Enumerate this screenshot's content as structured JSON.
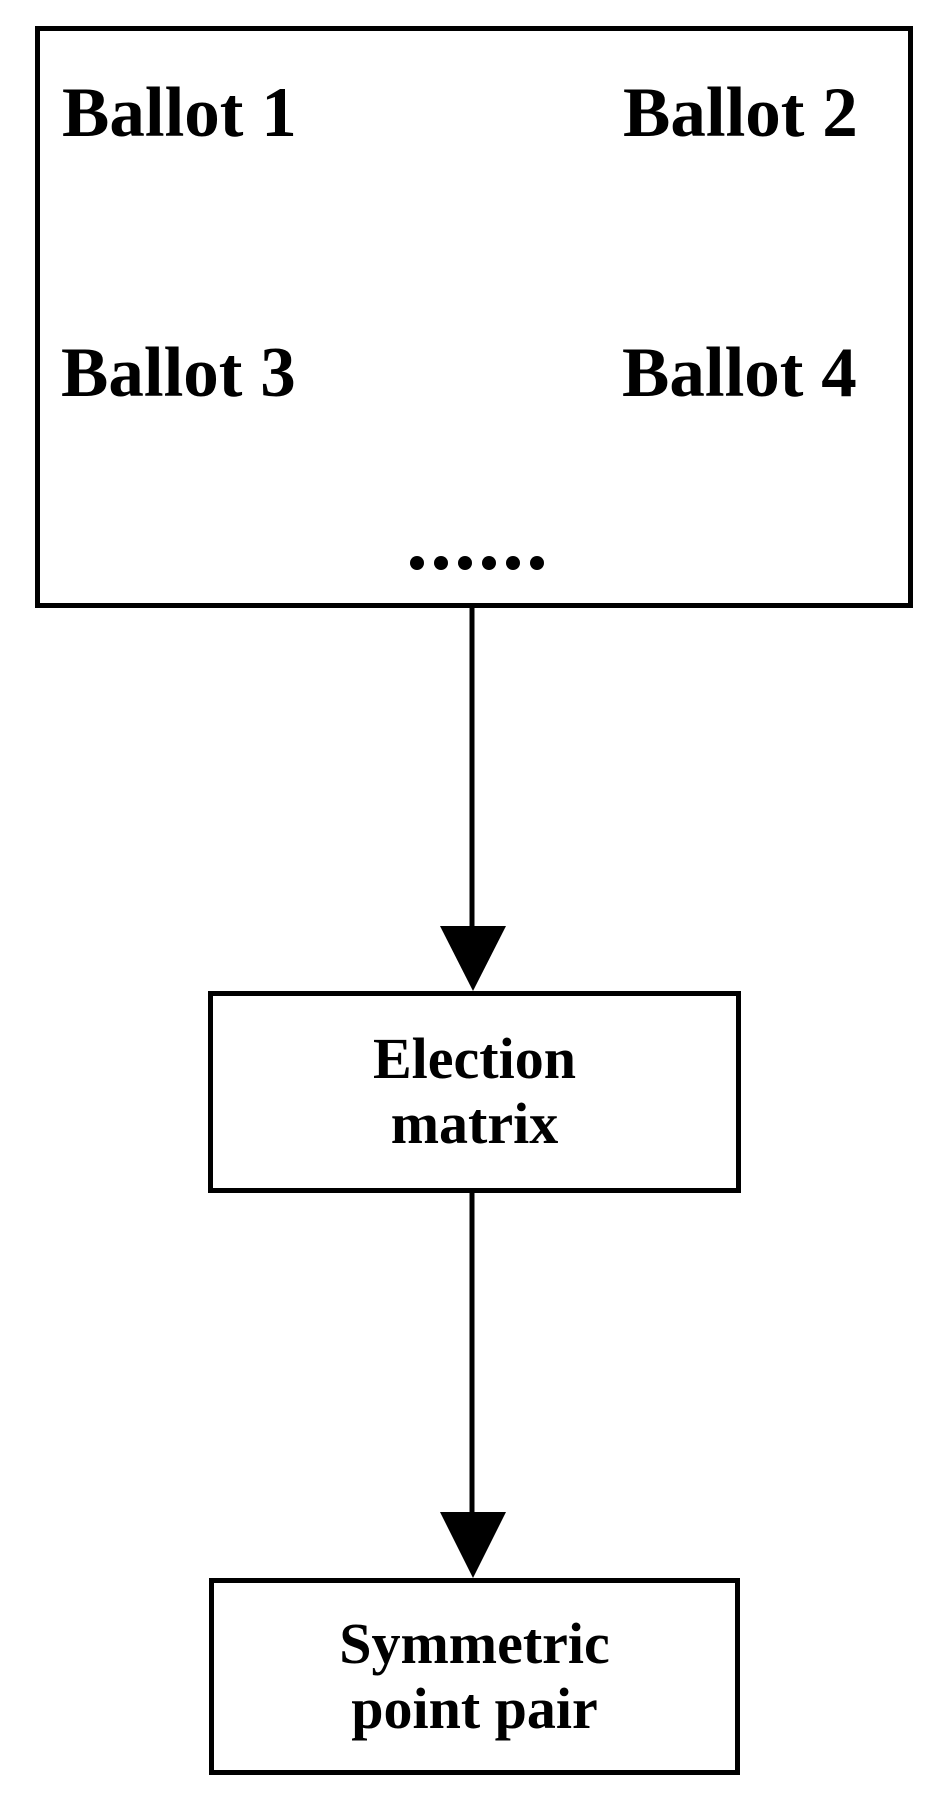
{
  "diagram": {
    "title": "Ballot aggregation to symmetric point pair flow",
    "background_color": "#ffffff",
    "stroke_color": "#000000"
  },
  "ballots_box": {
    "name": "ballots-container",
    "labels": [
      {
        "id": "ballot-1",
        "text": "Ballot 1"
      },
      {
        "id": "ballot-2",
        "text": "Ballot 2"
      },
      {
        "id": "ballot-3",
        "text": "Ballot 3"
      },
      {
        "id": "ballot-4",
        "text": "Ballot 4"
      }
    ],
    "ellipsis": {
      "text": "......",
      "dot_count": 6
    }
  },
  "nodes": [
    {
      "id": "election-matrix",
      "line1": "Election",
      "line2": "matrix",
      "text": "Election\nmatrix"
    },
    {
      "id": "symmetric-point-pair",
      "line1": "Symmetric",
      "line2": "point pair",
      "text": "Symmetric\npoint pair"
    }
  ],
  "arrows": [
    {
      "id": "arrow-ballots-to-matrix",
      "from": "ballots-container",
      "to": "election-matrix",
      "direction": "down"
    },
    {
      "id": "arrow-matrix-to-symmetric",
      "from": "election-matrix",
      "to": "symmetric-point-pair",
      "direction": "down"
    }
  ]
}
